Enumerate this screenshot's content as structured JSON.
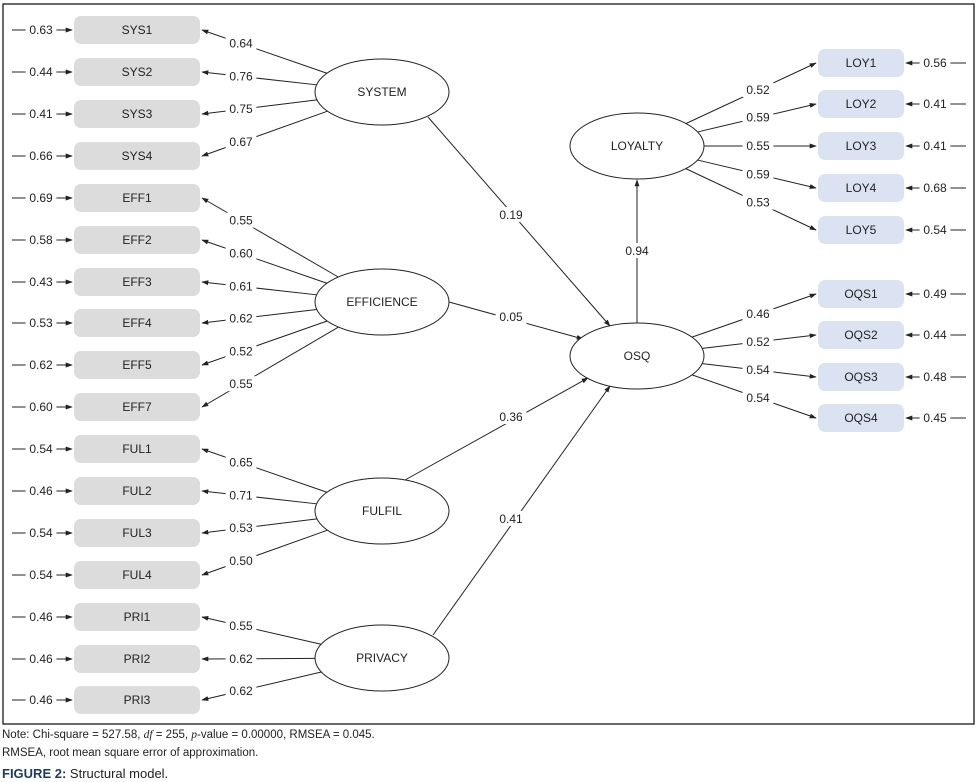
{
  "caption": {
    "note_prefix": "Note: Chi-square = 527.58, ",
    "df_symbol": "df",
    "df_value": " = 255, ",
    "p_symbol": "p",
    "p_value": "-value = 0.00000, RMSEA = 0.045.",
    "abbreviation": "RMSEA, root mean square error of approximation.",
    "figure_number": "FIGURE 2:",
    "figure_title": " Structural model."
  },
  "colors": {
    "left_indicator_fill": "#dcdcdc",
    "right_indicator_fill": "#dbe3f3",
    "figure_label": "#1f3a5f"
  },
  "diagram": {
    "exogenous_constructs": [
      {
        "name": "SYSTEM",
        "indicators": [
          {
            "label": "SYS1",
            "loading": "0.64",
            "error": "0.63"
          },
          {
            "label": "SYS2",
            "loading": "0.76",
            "error": "0.44"
          },
          {
            "label": "SYS3",
            "loading": "0.75",
            "error": "0.41"
          },
          {
            "label": "SYS4",
            "loading": "0.67",
            "error": "0.66"
          }
        ],
        "path_to_osq": "0.19"
      },
      {
        "name": "EFFICIENCE",
        "indicators": [
          {
            "label": "EFF1",
            "loading": "0.55",
            "error": "0.69"
          },
          {
            "label": "EFF2",
            "loading": "0.60",
            "error": "0.58"
          },
          {
            "label": "EFF3",
            "loading": "0.61",
            "error": "0.43"
          },
          {
            "label": "EFF4",
            "loading": "0.62",
            "error": "0.53"
          },
          {
            "label": "EFF5",
            "loading": "0.52",
            "error": "0.62"
          },
          {
            "label": "EFF7",
            "loading": "0.55",
            "error": "0.60"
          }
        ],
        "path_to_osq": "0.05"
      },
      {
        "name": "FULFIL",
        "indicators": [
          {
            "label": "FUL1",
            "loading": "0.65",
            "error": "0.54"
          },
          {
            "label": "FUL2",
            "loading": "0.71",
            "error": "0.46"
          },
          {
            "label": "FUL3",
            "loading": "0.53",
            "error": "0.54"
          },
          {
            "label": "FUL4",
            "loading": "0.50",
            "error": "0.54"
          }
        ],
        "path_to_osq": "0.36"
      },
      {
        "name": "PRIVACY",
        "indicators": [
          {
            "label": "PRI1",
            "loading": "0.55",
            "error": "0.46"
          },
          {
            "label": "PRI2",
            "loading": "0.62",
            "error": "0.46"
          },
          {
            "label": "PRI3",
            "loading": "0.62",
            "error": "0.46"
          }
        ],
        "path_to_osq": "0.41"
      }
    ],
    "endogenous_constructs": [
      {
        "name": "LOYALTY",
        "indicators": [
          {
            "label": "LOY1",
            "loading": "0.52",
            "error": "0.56"
          },
          {
            "label": "LOY2",
            "loading": "0.59",
            "error": "0.41"
          },
          {
            "label": "LOY3",
            "loading": "0.55",
            "error": "0.41"
          },
          {
            "label": "LOY4",
            "loading": "0.59",
            "error": "0.68"
          },
          {
            "label": "LOY5",
            "loading": "0.53",
            "error": "0.54"
          }
        ]
      },
      {
        "name": "OSQ",
        "indicators": [
          {
            "label": "OQS1",
            "loading": "0.46",
            "error": "0.49"
          },
          {
            "label": "OQS2",
            "loading": "0.52",
            "error": "0.44"
          },
          {
            "label": "OQS3",
            "loading": "0.54",
            "error": "0.48"
          },
          {
            "label": "OQS4",
            "loading": "0.54",
            "error": "0.45"
          }
        ]
      }
    ],
    "osq_to_loyalty": "0.94"
  }
}
